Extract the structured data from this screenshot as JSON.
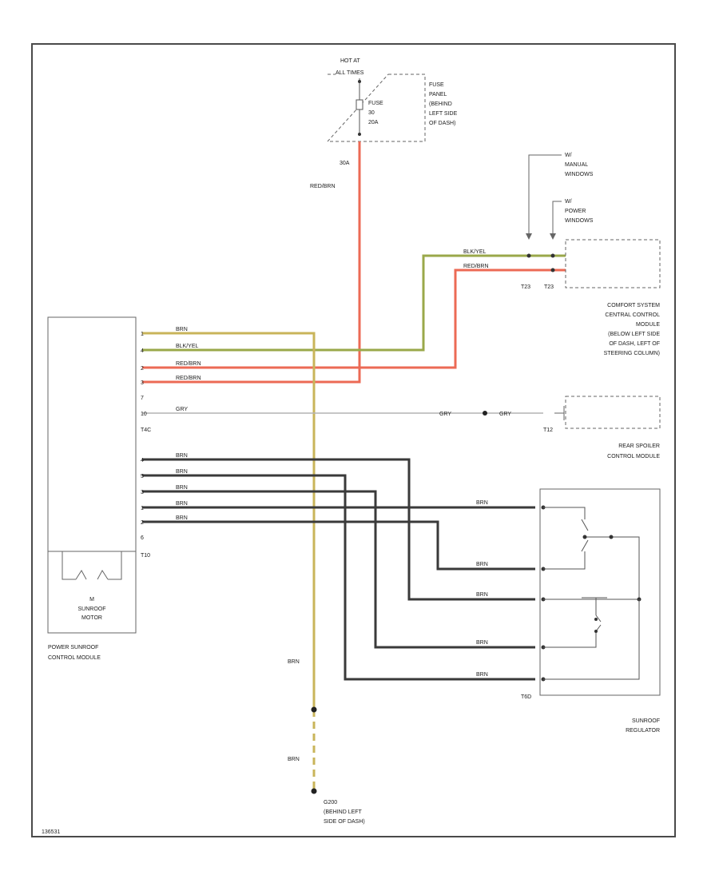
{
  "fuse_panel": {
    "hot_label": [
      "HOT AT",
      "ALL TIMES"
    ],
    "fuse_label": [
      "FUSE",
      "30",
      "20A"
    ],
    "panel_label": [
      "FUSE",
      "PANEL",
      "(BEHIND",
      "LEFT SIDE",
      "OF DASH)"
    ],
    "circuit": "30A",
    "wire": "RED/BRN"
  },
  "refs": {
    "manual": [
      "W/",
      "MANUAL",
      "WINDOWS"
    ],
    "power": [
      "W/",
      "POWER",
      "WINDOWS"
    ]
  },
  "comfort_module": {
    "label": [
      "COMFORT SYSTEM",
      "CENTRAL CONTROL",
      "MODULE",
      "(BELOW LEFT SIDE",
      "OF DASH, LEFT OF",
      "STEERING COLUMN)"
    ],
    "conn_a": "T23",
    "conn_b": "T23",
    "wire1": "BLK/YEL",
    "wire2": "RED/BRN"
  },
  "pscm": {
    "label": [
      "POWER SUNROOF",
      "CONTROL MODULE"
    ],
    "motor": [
      "M",
      "SUNROOF",
      "MOTOR"
    ],
    "conn_top": "T4C",
    "conn_bot": "T10",
    "upper_wires": [
      "BRN",
      "BLK/YEL",
      "RED/BRN",
      "RED/BRN",
      "",
      "GRY"
    ],
    "upper_pins": [
      "1",
      "4",
      "2",
      "3",
      "7",
      "10"
    ],
    "lower_wires": [
      "BRN",
      "BRN",
      "BRN",
      "BRN",
      "BRN",
      ""
    ],
    "lower_pins": [
      "4",
      "5",
      "3",
      "1",
      "2",
      "6"
    ]
  },
  "spoiler": {
    "wire_left": "GRY",
    "wire_right": "GRY",
    "conn": "T12",
    "label": [
      "REAR SPOILER",
      "CONTROL MODULE"
    ]
  },
  "regulator": {
    "wires": [
      "BRN",
      "BRN",
      "BRN",
      "BRN",
      "BRN"
    ],
    "conn": "T6D",
    "label": [
      "SUNROOF",
      "REGULATOR"
    ]
  },
  "ground": {
    "wire1": "BRN",
    "wire2": "BRN",
    "label": [
      "G200",
      "(BEHIND LEFT",
      "SIDE OF DASH)"
    ]
  },
  "footer": {
    "code": "136531"
  },
  "colors": {
    "brn": "#c9b45a",
    "blk_yel": "#9aa84a",
    "red_brn": "#ec6a55",
    "gry": "#b4b4b4",
    "brn_dark": "#3a3a3a",
    "frame": "#4a4a4a"
  }
}
